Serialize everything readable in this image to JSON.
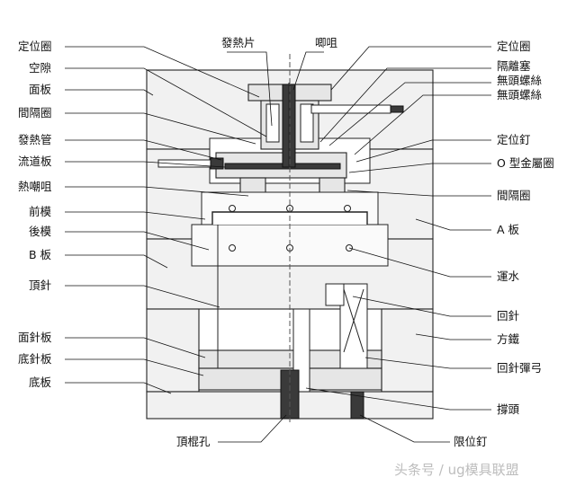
{
  "labels_left": [
    "定位圈",
    "空隙",
    "面板",
    "間隔圈",
    "發熱管",
    "流道板",
    "熱嘲咀",
    "前模",
    "後模",
    "B 板",
    "頂針",
    "面針板",
    "底針板",
    "底板"
  ],
  "labels_top": [
    "發熱片",
    "唧咀"
  ],
  "labels_right": [
    "定位圈",
    "隔離塞",
    "無頭螺絲",
    "無頭螺絲",
    "定位釘",
    "O 型金屬圈",
    "間隔圈",
    "A 板",
    "運水",
    "回針",
    "方鐵",
    "回針彈弓",
    "撐頭"
  ],
  "labels_bottom": [
    "頂棍孔",
    "限位釘"
  ],
  "watermark": "头条号 / ug模具联盟"
}
